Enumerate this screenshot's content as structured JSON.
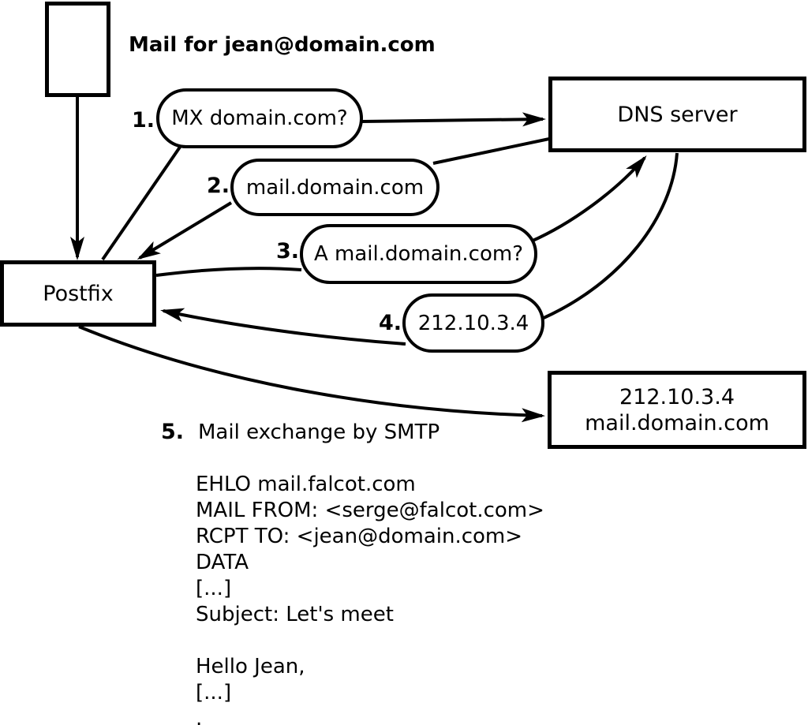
{
  "title": "Mail for jean@domain.com",
  "nodes": {
    "postfix": "Postfix",
    "dns_server": "DNS server",
    "mail_server": {
      "line1": "212.10.3.4",
      "line2": "mail.domain.com"
    }
  },
  "steps": [
    {
      "num": "1.",
      "label": "MX domain.com?"
    },
    {
      "num": "2.",
      "label": "mail.domain.com"
    },
    {
      "num": "3.",
      "label": "A mail.domain.com?"
    },
    {
      "num": "4.",
      "label": "212.10.3.4"
    },
    {
      "num": "5.",
      "label": "Mail exchange by SMTP"
    }
  ],
  "smtp_session": [
    "EHLO mail.falcot.com",
    "MAIL FROM: <serge@falcot.com>",
    "RCPT TO: <jean@domain.com>",
    "DATA",
    "[...]",
    "Subject: Let's meet",
    "",
    "Hello Jean,",
    "[...]",
    "."
  ],
  "colors": {
    "stroke": "#000000",
    "background": "#ffffff"
  }
}
